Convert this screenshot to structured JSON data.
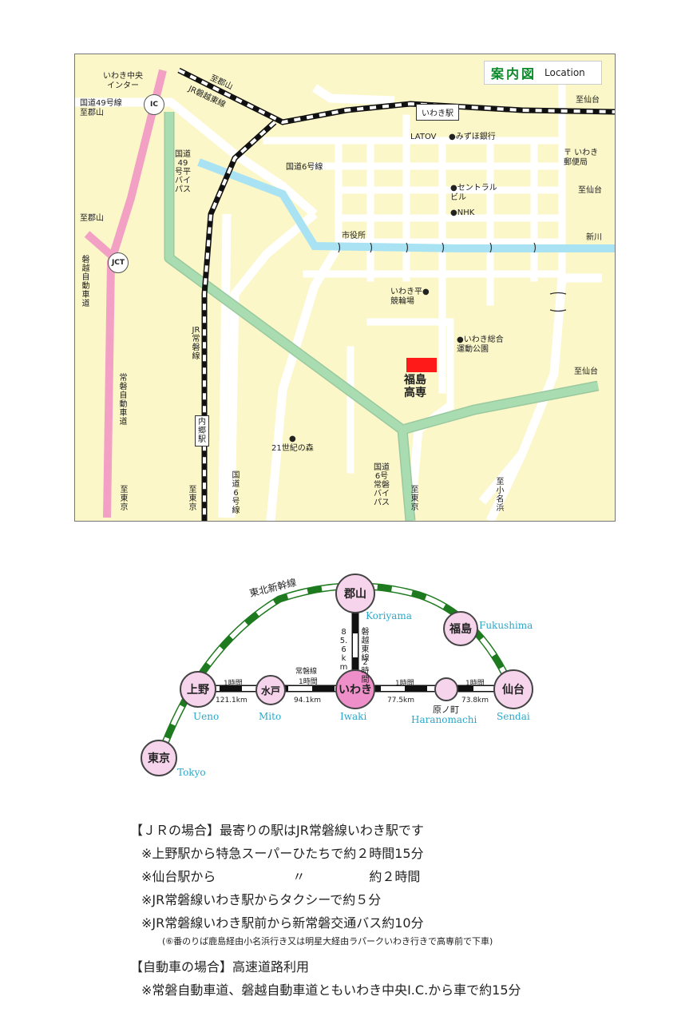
{
  "map": {
    "title_ja": "案内図",
    "title_en": "Location",
    "labels": {
      "iwaki_chuo_ic": "いわき中央\nインター",
      "route49_to_koriyama": "国道49号線\n至郡山",
      "ic": "IC",
      "to_koriyama_top": "至郡山",
      "jr_banetsu_east": "JR磐越東線",
      "iwaki_station": "いわき駅",
      "to_sendai_1": "至仙台",
      "latov": "LATOV",
      "mizuho": "●みずほ銀行",
      "iwaki_post_office": "〒 いわき\n郵便局",
      "route6_line": "国道6号線",
      "route49_bypass": "国道49号平バイパス",
      "central_building": "●セントラル\nビル",
      "to_sendai_2": "至仙台",
      "nhk": "●NHK",
      "city_hall": "市役所",
      "shinkawa": "新川",
      "to_koriyama_left": "至郡山",
      "jct": "JCT",
      "banetsu_expressway": "磐越自動車道",
      "iwaki_taira_keirin": "いわき平●\n競輪場",
      "jr_joban_line": "JR常磐線",
      "iwaki_sogo_park": "●いわき総合\n運動公園",
      "fukushima_kosen": "福島\n高専",
      "to_sendai_3": "至仙台",
      "uchigo_station": "内郷駅",
      "joban_expressway": "常磐自動車道",
      "forest_21": "●\n21世紀の森",
      "to_tokyo_1": "至東京",
      "to_tokyo_2": "至東京",
      "route6_line_v": "国道6号線",
      "route6_joban_bypass": "国道6号\n常磐バイパス",
      "to_tokyo_3": "至東京",
      "to_onahama": "至小名浜"
    },
    "colors": {
      "background": "#fbf7c8",
      "expressway": "#f2a1c4",
      "bypass": "#a9dcb0",
      "river": "#a9e3f3",
      "road": "#ffffff",
      "school": "#ff1a1a"
    }
  },
  "route_map": {
    "stations": [
      {
        "id": "koriyama",
        "ja": "郡山",
        "en": "Koriyama"
      },
      {
        "id": "fukushima",
        "ja": "福島",
        "en": "Fukushima"
      },
      {
        "id": "ueno",
        "ja": "上野",
        "en": "Ueno"
      },
      {
        "id": "mito",
        "ja": "水戸",
        "en": "Mito"
      },
      {
        "id": "iwaki",
        "ja": "いわき",
        "en": "Iwaki"
      },
      {
        "id": "haranomachi",
        "ja": "原ノ町",
        "en": "Haranomachi"
      },
      {
        "id": "sendai",
        "ja": "仙台",
        "en": "Sendai"
      },
      {
        "id": "tokyo",
        "ja": "東京",
        "en": "Tokyo"
      }
    ],
    "tohoku_shinkansen": "東北新幹線",
    "banetsu_line": "磐越東線",
    "banetsu_time": "2時間",
    "banetsu_distance": "85.6km",
    "joban_line": "常磐線",
    "segments": [
      {
        "time": "1時間",
        "distance": "121.1km"
      },
      {
        "time": "1時間",
        "distance": "94.1km"
      },
      {
        "time": "1時間",
        "distance": "77.5km"
      },
      {
        "time": "1時間",
        "distance": "73.8km"
      }
    ],
    "colors": {
      "shinkansen": "#1e7a1e",
      "station_fill": "#f6d5ec",
      "iwaki_fill": "#ee8fc9",
      "english": "#2aa7c9"
    }
  },
  "access": {
    "jr_heading": "【ＪＲの場合】",
    "jr_intro": "最寄りの駅はJR常磐線いわき駅です",
    "jr_items": [
      "※上野駅から特急スーパーひたちで約２時間15分",
      "※仙台駅から　　　　　　〃　　　　　約２時間",
      "※JR常磐線いわき駅からタクシーで約５分",
      "※JR常磐線いわき駅前から新常磐交通バス約10分"
    ],
    "bus_note": "(⑥番のりば鹿島経由小名浜行き又は明星大経由ラパークいわき行きで高専前で下車)",
    "car_heading": "【自動車の場合】",
    "car_intro": "高速道路利用",
    "car_item": "※常磐自動車道、磐越自動車道ともいわき中央I.C.から車で約15分"
  }
}
